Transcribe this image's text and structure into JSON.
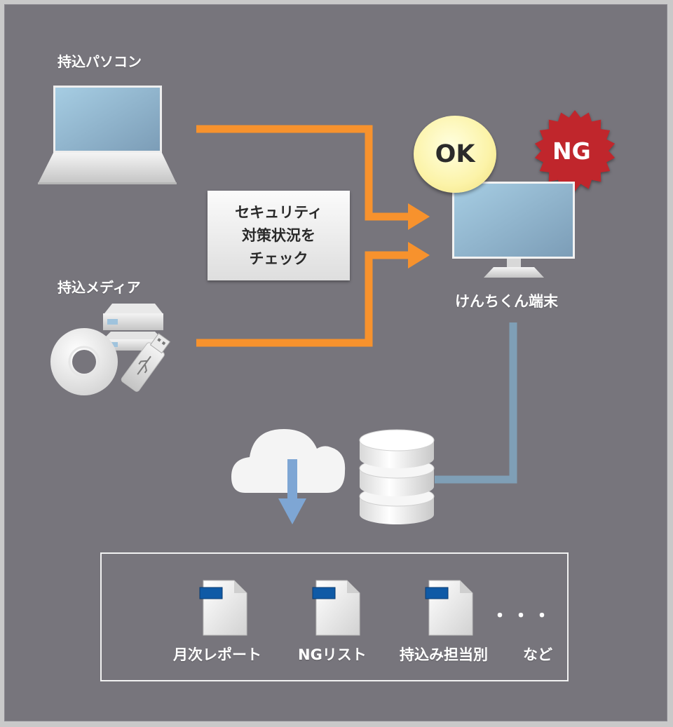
{
  "sources": {
    "laptop_label": "持込パソコン",
    "media_label": "持込メディア"
  },
  "check": {
    "text": "セキュリティ\n対策状況を\nチェック"
  },
  "terminal": {
    "label": "けんちくん端末",
    "ok_label": "OK",
    "ng_label": "NG"
  },
  "reports": {
    "items": [
      "月次レポート",
      "NGリスト",
      "持込み担当別"
    ],
    "ellipsis": "・・・",
    "etc_label": "など"
  },
  "colors": {
    "background": "#77757c",
    "orange_arrow": "#f7922d",
    "blue_connector": "#7f9fb6",
    "ng_red": "#c0262c",
    "ok_yellow": "#fcf3a8",
    "screen_blue": "#8fb5cf",
    "doc_tab_blue": "#0f5aa6"
  },
  "icons": [
    "laptop-icon",
    "monitor-icon",
    "cd-icon",
    "hdd-icon",
    "usb-icon",
    "cloud-download-icon",
    "database-icon",
    "document-icon"
  ]
}
